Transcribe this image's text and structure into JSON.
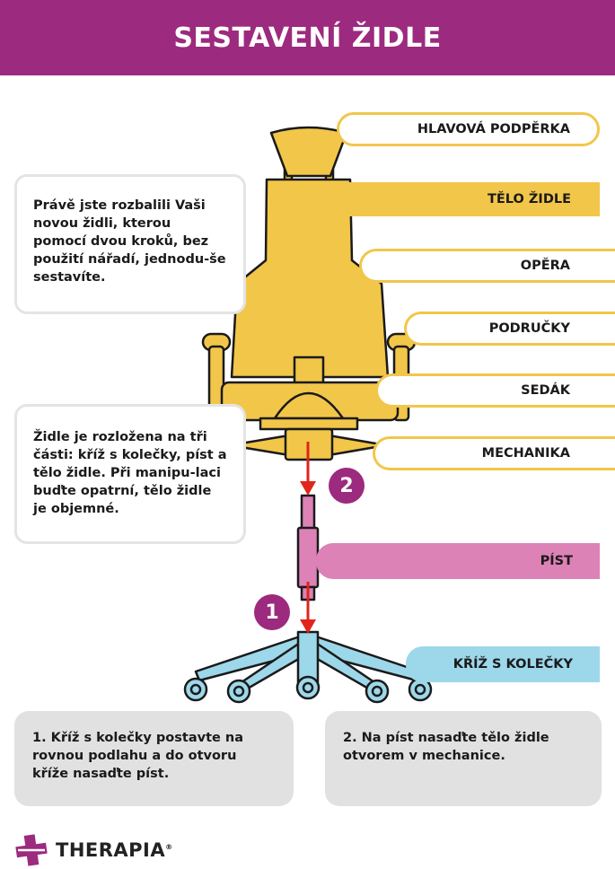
{
  "header": {
    "title": "SESTAVENÍ ŽIDLE"
  },
  "intro_box": {
    "text": "Právě jste rozbalili Vaši novou židli, kterou pomocí dvou kroků, bez použití nářadí, jednodu-še sestavíte."
  },
  "info_box": {
    "text": "Židle je rozložena na tři části: kříž s kolečky, píst a tělo židle. Při manipu-laci buďte opatrní, tělo židle je objemné."
  },
  "labels": {
    "headrest": "HLAVOVÁ PODPĚRKA",
    "body": "TĚLO ŽIDLE",
    "backrest": "OPĚRA",
    "armrests": "PODRUČKY",
    "seat": "SEDÁK",
    "mechanism": "MECHANIKA",
    "piston": "PÍST",
    "base": "KŘÍŽ S KOLEČKY"
  },
  "markers": {
    "step1": "1",
    "step2": "2"
  },
  "steps": {
    "step1": "1. Kříž s kolečky postavte na rovnou podlahu a do otvoru kříže nasaďte píst.",
    "step2": "2. Na píst nasaďte tělo židle otvorem v mechanice."
  },
  "logo": {
    "text": "THERAPIA",
    "reg": "®"
  },
  "colors": {
    "purple": "#9c2a7e",
    "yellow": "#f2c649",
    "pink": "#dc82b6",
    "blue": "#9dd7ea",
    "grey": "#e1e1e1",
    "arrow": "#e1251b"
  }
}
